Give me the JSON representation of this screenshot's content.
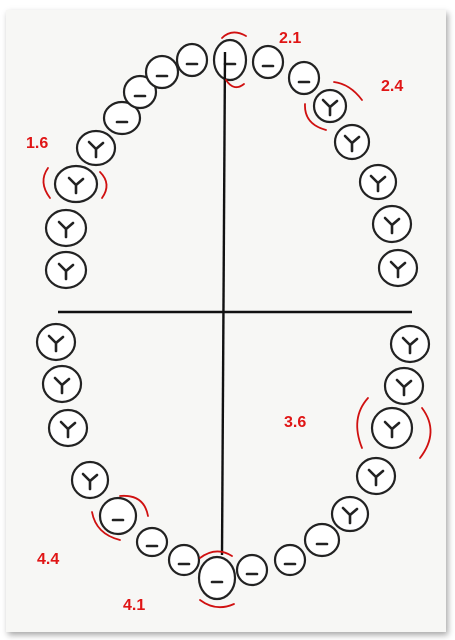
{
  "labels": {
    "l21": "2.1",
    "l24": "2.4",
    "l16": "1.6",
    "l36": "3.6",
    "l44": "4.4",
    "l41": "4.1"
  },
  "colors": {
    "annotation": "#e01515",
    "outline": "#222222",
    "background": "#f7f7f5"
  }
}
